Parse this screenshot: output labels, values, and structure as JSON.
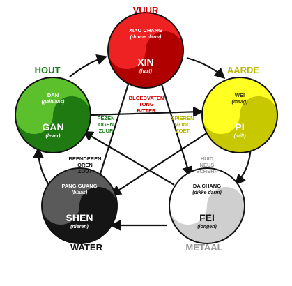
{
  "elements": {
    "fire": {
      "name": "VUUR",
      "upper": "XIAO CHANG",
      "upper_sub": "(dunne darm)",
      "lower": "XIN",
      "lower_sub": "(hart)"
    },
    "wood": {
      "name": "HOUT",
      "upper": "DAN",
      "upper_sub": "(galblaas)",
      "lower": "GAN",
      "lower_sub": "(lever)"
    },
    "earth": {
      "name": "AARDE",
      "upper": "WEI",
      "upper_sub": "(maag)",
      "lower": "PI",
      "lower_sub": "(milt)"
    },
    "water": {
      "name": "WATER",
      "upper": "PANG GUANG",
      "upper_sub": "(blaas)",
      "lower": "SHEN",
      "lower_sub": "(nieren)"
    },
    "metal": {
      "name": "METAAL",
      "upper": "DA CHANG",
      "upper_sub": "(dikke darm)",
      "lower": "FEI",
      "lower_sub": "(longen)"
    }
  },
  "associations": {
    "fire": [
      "BLOEDVATEN",
      "TONG",
      "BITTER"
    ],
    "wood": [
      "PEZEN",
      "OGEN",
      "ZUUR"
    ],
    "earth": [
      "SPIEREN",
      "MOND",
      "ZOET"
    ],
    "water": [
      "BEENDEREN",
      "OREN",
      "ZOUT"
    ],
    "metal": [
      "HUID",
      "NEUS",
      "SCHERP"
    ]
  },
  "colors": {
    "fire": {
      "light": "#ee2222",
      "dark": "#b00000",
      "label": "#cc0000"
    },
    "wood": {
      "light": "#5cc02c",
      "dark": "#1f7a12",
      "label": "#1a7d1a"
    },
    "earth": {
      "light": "#ffff22",
      "dark": "#c8c800",
      "label": "#b8b800"
    },
    "water": {
      "light": "#5a5a5a",
      "dark": "#151515",
      "label": "#111111"
    },
    "metal": {
      "light": "#ffffff",
      "dark": "#cfcfcf",
      "label": "#999999"
    }
  }
}
